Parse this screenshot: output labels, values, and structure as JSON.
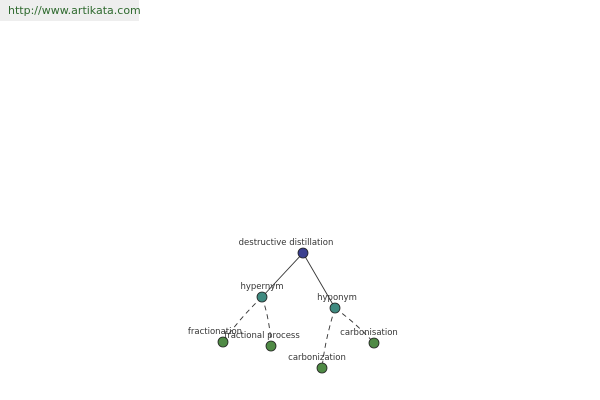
{
  "header": {
    "url": "http://www.artikata.com"
  },
  "diagram": {
    "nodes": {
      "root": {
        "label": "destructive distillation",
        "color": "#3a3f8f"
      },
      "hypernym": {
        "label": "hypernym",
        "color": "#3f8a80"
      },
      "hyponym": {
        "label": "hyponym",
        "color": "#3f8a80"
      },
      "fractionation": {
        "label": "fractionation",
        "color": "#4f8a45"
      },
      "fractional_process": {
        "label": "fractional process",
        "color": "#4f8a45"
      },
      "carbonization": {
        "label": "carbonization",
        "color": "#4f8a45"
      },
      "carbonisation": {
        "label": "carbonisation",
        "color": "#4f8a45"
      }
    },
    "edge_color": "#333333"
  }
}
